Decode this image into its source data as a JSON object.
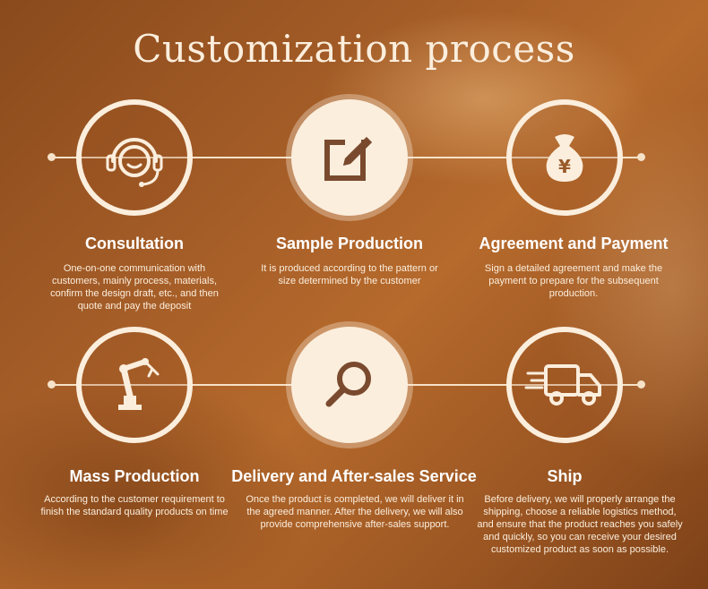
{
  "title": "Customization process",
  "steps": [
    {
      "heading": "Consultation",
      "desc": "One-on-one communication with customers, mainly process, materials, confirm the design draft, etc., and then quote and pay the deposit",
      "icon": "customer-service-icon"
    },
    {
      "heading": "Sample Production",
      "desc": "It is produced according to the pattern or size determined by the customer",
      "icon": "edit-icon"
    },
    {
      "heading": "Agreement and Payment",
      "desc": "Sign a detailed agreement and make the payment to prepare for the subsequent production.",
      "icon": "money-bag-icon",
      "icon_text": "¥"
    },
    {
      "heading": "Mass Production",
      "desc": "According to the customer requirement to finish the standard quality products on time",
      "icon": "robot-arm-icon"
    },
    {
      "heading": "Delivery and After-sales Service",
      "desc": "Once the product is completed, we will deliver it in the agreed manner. After the delivery, we will also provide comprehensive after-sales support.",
      "icon": "magnifier-icon"
    },
    {
      "heading": "Ship",
      "desc": "Before delivery, we will properly arrange the shipping, choose a reliable logistics method, and ensure that the product reaches you safely and quickly, so you can receive your desired customized product as soon as possible.",
      "icon": "delivery-truck-icon"
    }
  ],
  "colors": {
    "accent": "#fbeedd",
    "icon": "#7a4a2e"
  }
}
